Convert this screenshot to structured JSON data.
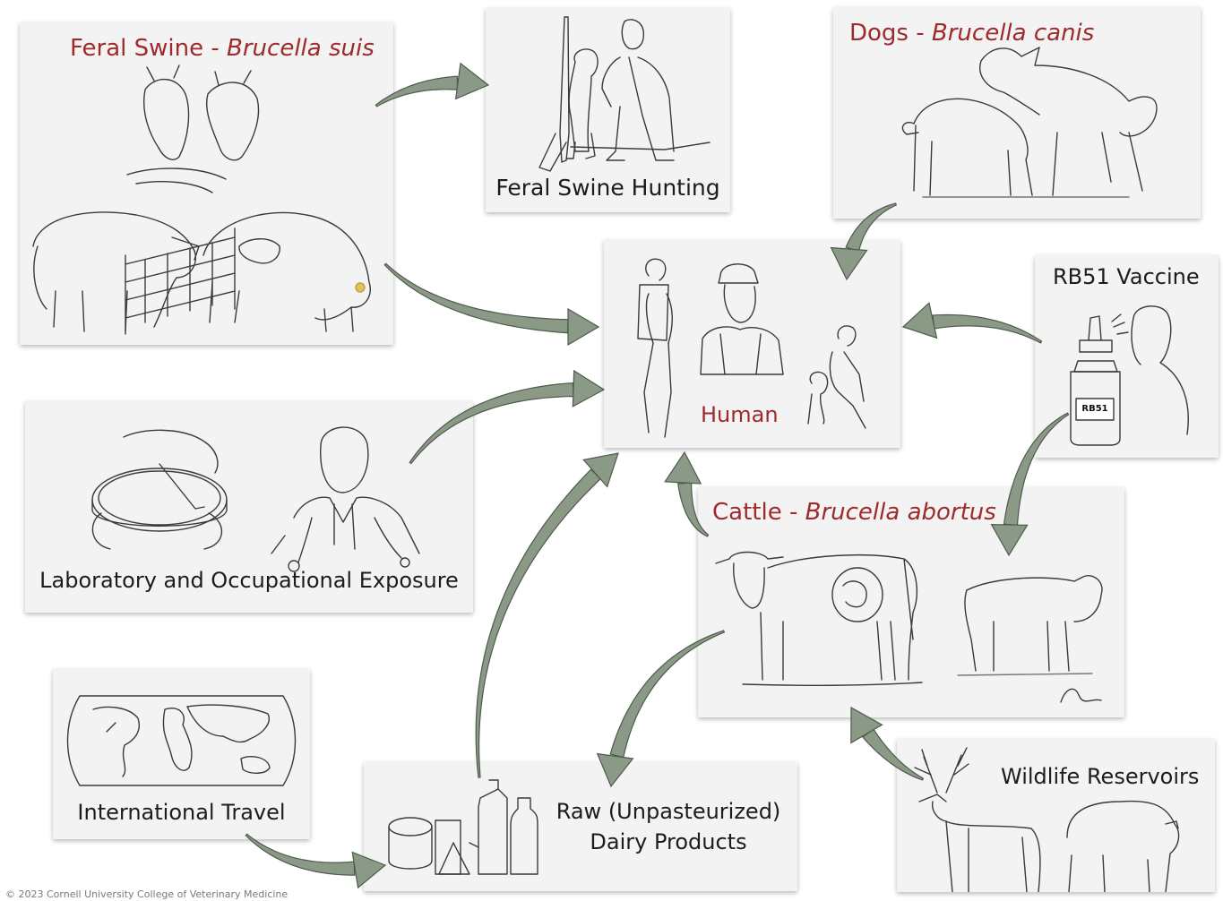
{
  "accent_red": "#9e2a2b",
  "arrow_color": "#8a9a86",
  "nodes": {
    "feral_swine": {
      "name": "Feral Swine",
      "sep": " - ",
      "species": "Brucella suis"
    },
    "hunting": {
      "label": "Feral Swine Hunting"
    },
    "dogs": {
      "name": "Dogs",
      "sep": " - ",
      "species": "Brucella canis"
    },
    "human": {
      "label": "Human"
    },
    "vaccine": {
      "label": "RB51 Vaccine",
      "bottle_text": "RB51"
    },
    "lab": {
      "label": "Laboratory and Occupational Exposure"
    },
    "cattle": {
      "name": "Cattle",
      "sep": " - ",
      "species": "Brucella abortus"
    },
    "travel": {
      "label": "International Travel"
    },
    "dairy": {
      "line1": "Raw (Unpasteurized)",
      "line2": "Dairy Products"
    },
    "wildlife": {
      "label": "Wildlife Reservoirs"
    }
  },
  "footer": "© 2023 Cornell University College of Veterinary Medicine"
}
